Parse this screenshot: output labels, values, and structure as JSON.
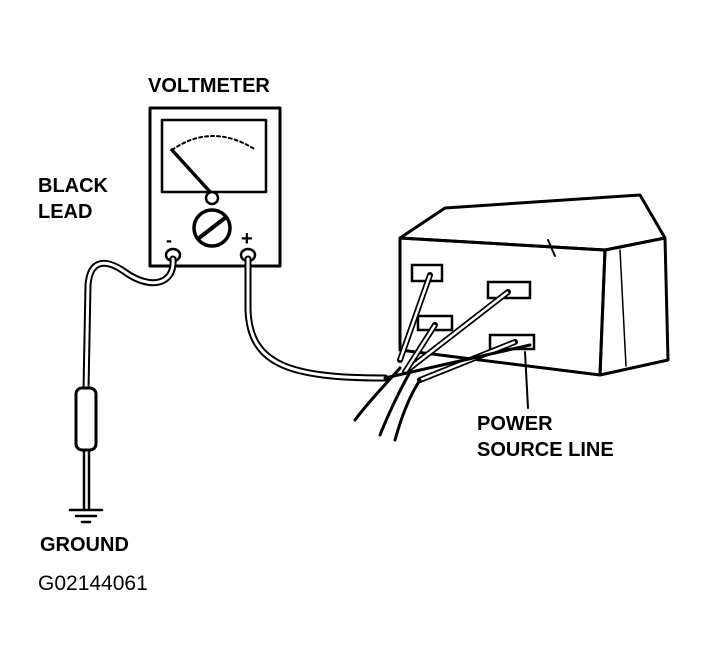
{
  "labels": {
    "voltmeter": "VOLTMETER",
    "black_lead_line1": "BLACK",
    "black_lead_line2": "LEAD",
    "power_source_line1": "POWER",
    "power_source_line2": "SOURCE LINE",
    "ground": "GROUND",
    "figure_code": "G02144061",
    "minus_terminal": "-",
    "plus_terminal": "+"
  }
}
